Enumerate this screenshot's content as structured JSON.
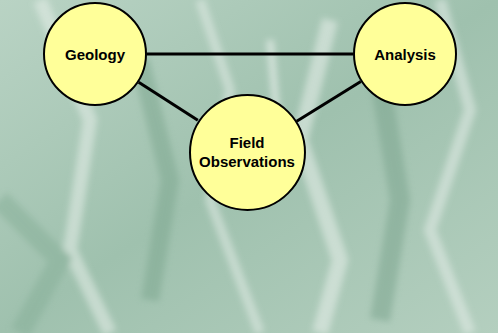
{
  "diagram": {
    "nodes": [
      {
        "text": [
          "Geology"
        ]
      },
      {
        "text": [
          "Analysis"
        ]
      },
      {
        "text": [
          "Field Observations"
        ]
      }
    ],
    "edges": [
      {
        "from": 0,
        "to": 1,
        "arrow": "none"
      },
      {
        "from": 0,
        "to": 2,
        "arrow": "none"
      },
      {
        "from": 1,
        "to": 2,
        "arrow": "none"
      }
    ]
  }
}
